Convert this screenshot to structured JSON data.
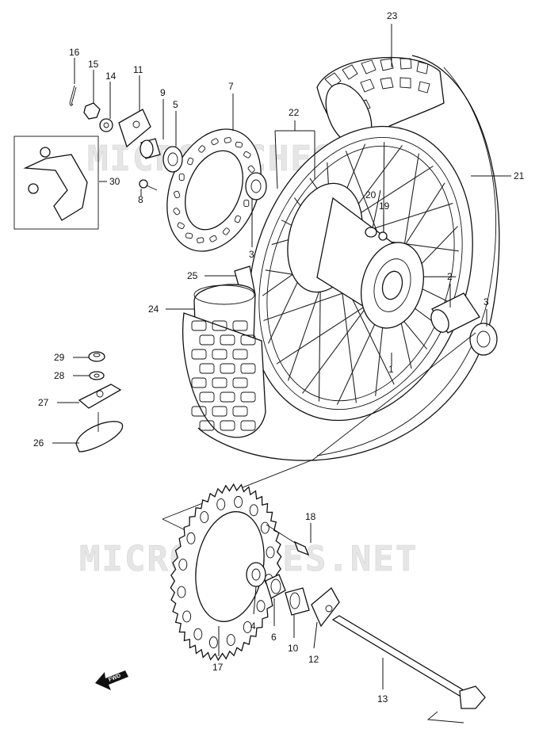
{
  "watermark_text": "MICROFICHES.NET",
  "fwd_label": "FWD",
  "part_labels": {
    "p1": "1",
    "p2": "2",
    "p3a": "3",
    "p3b": "3",
    "p4": "4",
    "p5": "5",
    "p6": "6",
    "p7": "7",
    "p8": "8",
    "p9": "9",
    "p10": "10",
    "p11": "11",
    "p12": "12",
    "p13": "13",
    "p14": "14",
    "p15": "15",
    "p16": "16",
    "p17": "17",
    "p18": "18",
    "p19": "19",
    "p20": "20",
    "p21": "21",
    "p22": "22",
    "p23": "23",
    "p24": "24",
    "p25": "25",
    "p26": "26",
    "p27": "27",
    "p28": "28",
    "p29": "29",
    "p30": "30"
  },
  "colors": {
    "ink": "#111111",
    "watermark": "#e6e6e6",
    "background": "#ffffff"
  }
}
